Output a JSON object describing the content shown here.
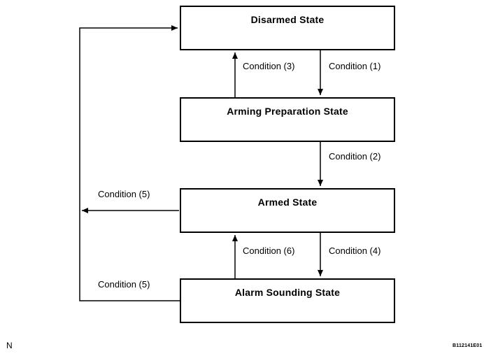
{
  "diagram": {
    "states": [
      {
        "label": "Disarmed State"
      },
      {
        "label": "Arming Preparation State"
      },
      {
        "label": "Armed State"
      },
      {
        "label": "Alarm Sounding State"
      }
    ],
    "labels": {
      "condition_1": "Condition (1)",
      "condition_2": "Condition (2)",
      "condition_3": "Condition (3)",
      "condition_4": "Condition (4)",
      "condition_5_upper": "Condition (5)",
      "condition_5_lower": "Condition (5)",
      "condition_6": "Condition (6)"
    },
    "transitions": [
      {
        "from": "Disarmed State",
        "to": "Arming Preparation State",
        "label": "Condition (1)"
      },
      {
        "from": "Arming Preparation State",
        "to": "Armed State",
        "label": "Condition (2)"
      },
      {
        "from": "Arming Preparation State",
        "to": "Disarmed State",
        "label": "Condition (3)"
      },
      {
        "from": "Armed State",
        "to": "Alarm Sounding State",
        "label": "Condition (4)"
      },
      {
        "from": "Armed State",
        "to": "Disarmed State",
        "label": "Condition (5)"
      },
      {
        "from": "Alarm Sounding State",
        "to": "Disarmed State",
        "label": "Condition (5)"
      },
      {
        "from": "Alarm Sounding State",
        "to": "Armed State",
        "label": "Condition (6)"
      }
    ]
  },
  "footer": {
    "left_note": "N",
    "figure_code": "B112141E01"
  },
  "colors": {
    "background": "#ffffff",
    "line": "#000000",
    "text": "#000000"
  }
}
